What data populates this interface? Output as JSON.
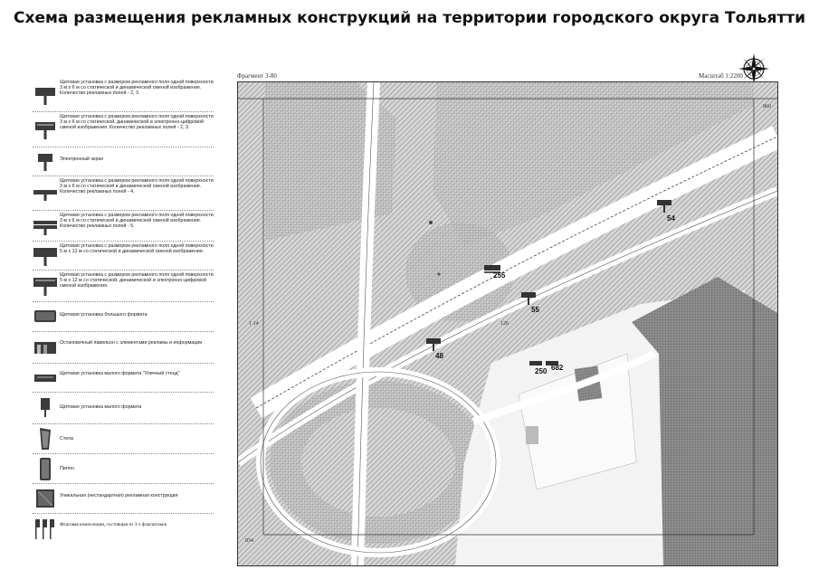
{
  "title": "Схема размещения рекламных конструкций на территории городского округа Тольятти",
  "map": {
    "fragment_label": "Фрагмент 3-80",
    "scale_label": "Масштаб 1:2200",
    "edge_labels": [
      "860",
      "126",
      "1 14",
      "834"
    ],
    "markers": [
      {
        "number": "54"
      },
      {
        "number": "255"
      },
      {
        "number": "55"
      },
      {
        "number": "48"
      },
      {
        "number": "250"
      },
      {
        "number": "682"
      }
    ],
    "colors": {
      "hatch": "#b9b9b9",
      "dark_area": "#8a8a8a",
      "road_line": "#444444"
    }
  },
  "legend": [
    {
      "icon": "billboard-3x6-icon",
      "text": "Щитовая установка с размером рекламного поля одной поверхности 3 м х 6 м со статической и динамической сменой изображения. Количество рекламных полей - 2, 3."
    },
    {
      "icon": "billboard-3x6-digital-icon",
      "text": "Щитовая установка с размером рекламного поля одной поверхности 3 м х 6 м со статической, динамической и электронно-цифровой сменой изображения. Количество рекламных полей - 2, 3."
    },
    {
      "icon": "electronic-screen-icon",
      "text": "Электронный экран"
    },
    {
      "icon": "billboard-3x6-four-icon",
      "text": "Щитовая установка с размером рекламного поля одной поверхности 3 м х 6 м со статической и динамической сменой изображения. Количество рекламных полей - 4."
    },
    {
      "icon": "billboard-3x6-five-icon",
      "text": "Щитовая установка с размером рекламного поля одной поверхности 3 м х 6 м со статической и динамической сменой изображения. Количество рекламных полей - 5."
    },
    {
      "icon": "billboard-5x12-icon",
      "text": "Щитовая установка с размером рекламного поля одной поверхности 5 м х 12 м со статической и динамической сменой изображения."
    },
    {
      "icon": "billboard-5x12-digital-icon",
      "text": "Щитовая установка с размером рекламного поля одной поверхности 5 м х 12 м со статической, динамической и электронно-цифровой сменой изображения."
    },
    {
      "icon": "large-format-billboard-icon",
      "text": "Щитовая установка большого формата"
    },
    {
      "icon": "bus-stop-pavilion-icon",
      "text": "Остановочный павильон с элементами рекламы и информации"
    },
    {
      "icon": "small-format-stand-icon",
      "text": "Щитовая установка малого формата \"Уличный стенд\""
    },
    {
      "icon": "small-format-billboard-icon",
      "text": "Щитовая установка малого формата"
    },
    {
      "icon": "stele-icon",
      "text": "Стела"
    },
    {
      "icon": "pylon-icon",
      "text": "Пилон"
    },
    {
      "icon": "unique-structure-icon",
      "text": "Уникальная (нестандартная) рекламная конструкция"
    },
    {
      "icon": "flag-composition-icon",
      "text": "Флаговая композиция, состоящая из 3-х флагштоков"
    }
  ]
}
